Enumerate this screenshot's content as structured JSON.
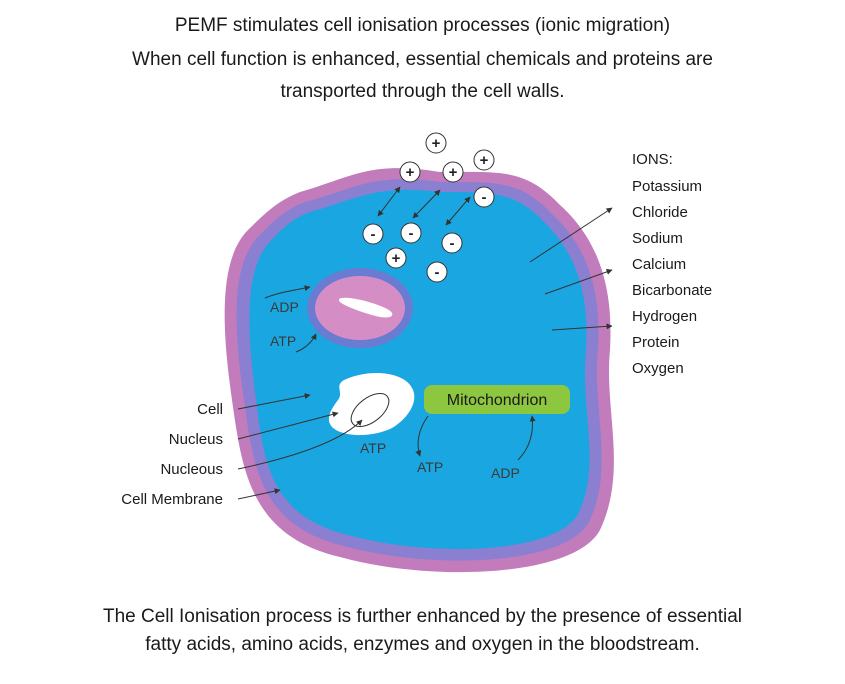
{
  "title": {
    "line1": "PEMF stimulates cell ionisation processes (ionic migration)",
    "line2": "When cell function is enhanced, essential chemicals and proteins are",
    "line3": "transported through the cell walls."
  },
  "ions": {
    "heading": "IONS:",
    "list": [
      "Potassium",
      "Chloride",
      "Sodium",
      "Calcium",
      "Bicarbonate",
      "Hydrogen",
      "Protein",
      "Oxygen"
    ],
    "signs": [
      "+",
      "+",
      "+",
      "+",
      "-",
      "-",
      "-",
      "-",
      "+",
      "+",
      "-"
    ]
  },
  "left_labels": [
    "Cell",
    "Nucleus",
    "Nucleous",
    "Cell Membrane"
  ],
  "inner_labels": {
    "adp_top": "ADP",
    "atp_left": "ATP",
    "atp_nucleus": "ATP",
    "mitochondrion": "Mitochondrion",
    "atp_mito": "ATP",
    "adp_mito": "ADP"
  },
  "footer": {
    "line1": "The Cell Ionisation process is further enhanced by the presence of essential",
    "line2": "fatty acids, amino acids, enzymes and oxygen in the bloodstream."
  },
  "colors": {
    "cell_fill": "#1aa6e0",
    "membrane_outer": "#c27cbc",
    "membrane_inner": "#8a7fd0",
    "vacuole": "#d58ec5",
    "mitochondrion": "#8dc63f",
    "nucleus": "#ffffff"
  }
}
